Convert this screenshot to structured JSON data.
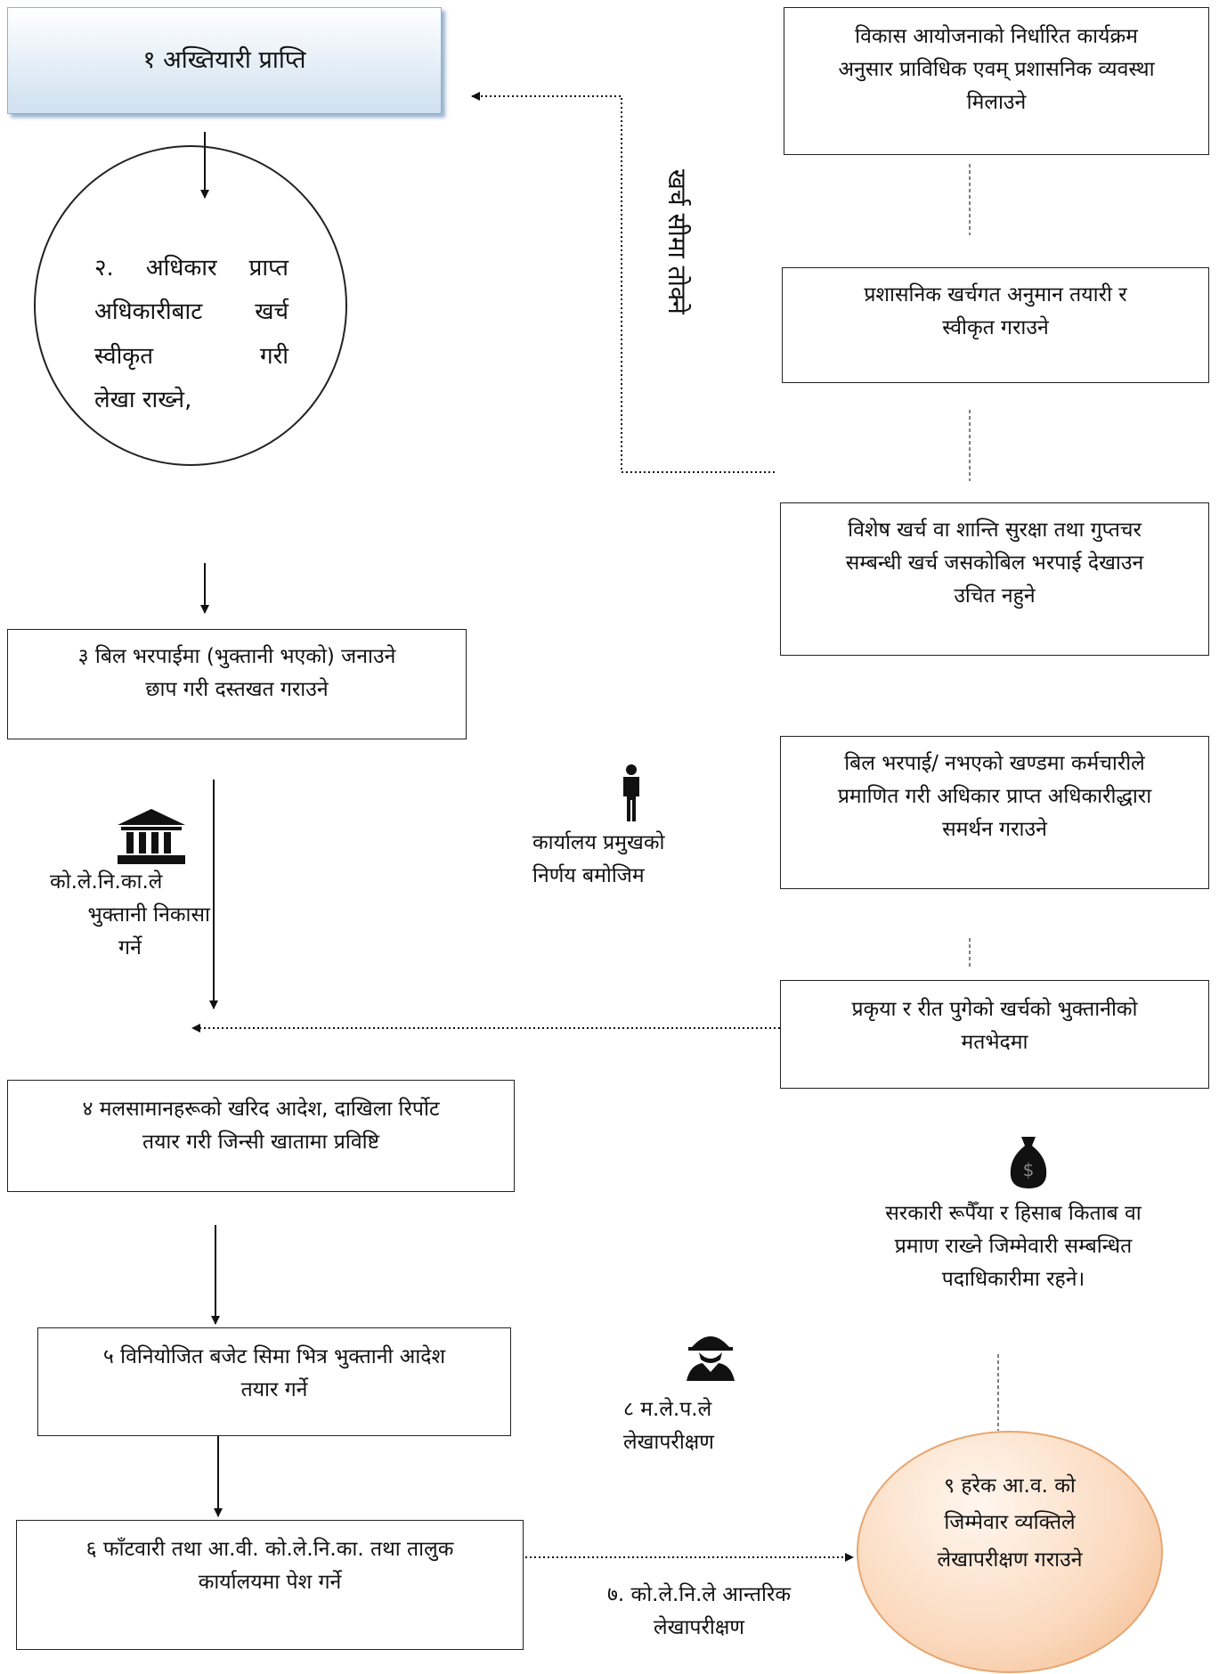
{
  "steps": {
    "step1": "१  अख्तियारी प्राप्ति",
    "step2": [
      "२. अधिकार प्राप्त",
      "अधिकारीबाट  खर्च",
      "स्वीकृत        गरी",
      "लेखा राख्ने,"
    ],
    "step3": [
      "३ बिल भरपाईमा (भुक्तानी भएको) जनाउने",
      "छाप गरी दस्तखत गराउने"
    ],
    "step4": [
      "४ मलसामानहरूको खरिद आदेश, दाखिला रिर्पोट",
      "तयार गरी जिन्सी खातामा प्रविष्टि"
    ],
    "step5": [
      "५ विनियोजित बजेट सिमा भित्र भुक्तानी आदेश",
      "तयार गर्ने"
    ],
    "step6": [
      "६ फाँटवारी तथा आ.वी. को.ले.नि.का. तथा तालुक",
      "कार्यालयमा पेश गर्ने"
    ],
    "step7": [
      "७. को.ले.नि.ले आन्तरिक",
      "लेखापरीक्षण"
    ],
    "step8": [
      "८ म.ले.प.ले",
      "लेखापरीक्षण"
    ],
    "step9": [
      "९ हरेक आ.व. को",
      "जिम्मेवार व्यक्तिले",
      "लेखापरीक्षण गराउने"
    ]
  },
  "right_boxes": {
    "box_a": [
      "विकास आयोजनाको निर्धारित कार्यक्रम",
      "अनुसार प्राविधिक एवम् प्रशासनिक व्यवस्था",
      "मिलाउने"
    ],
    "box_b": [
      "प्रशासनिक खर्चगत अनुमान तयारी र",
      "स्वीकृत गराउने"
    ],
    "box_c": [
      "विशेष खर्च वा शान्ति सुरक्षा तथा गुप्तचर",
      "सम्बन्धी खर्च जसकोबिल भरपाई देखाउन",
      "उचित नहुने"
    ],
    "box_d": [
      "बिल भरपाई/ नभएको खण्डमा कर्मचारीले",
      "प्रमाणित गरी अधिकार प्राप्त अधिकारीद्धारा",
      "समर्थन गराउने"
    ],
    "box_e": [
      "प्रकृया र रीत पुगेको खर्चको भुक्तानीको",
      "मतभेदमा"
    ]
  },
  "labels": {
    "expense_limit": "खर्च सीमा तोक्ने",
    "kolenika": [
      "को.ले.नि.का.ले",
      "भुक्तानी निकासा",
      "गर्ने"
    ],
    "office_head": [
      "कार्यालय प्रमुखको",
      "निर्णय बमोजिम"
    ],
    "money_responsibility": [
      "सरकारी रूपैँया र हिसाब किताब  वा",
      "प्रमाण राख्ने जिम्मेवारी सम्बन्धित",
      "पदाधिकारीमा रहने।"
    ]
  },
  "icons": [
    "bank-icon",
    "person-icon",
    "money-bag-icon",
    "spy-icon"
  ]
}
